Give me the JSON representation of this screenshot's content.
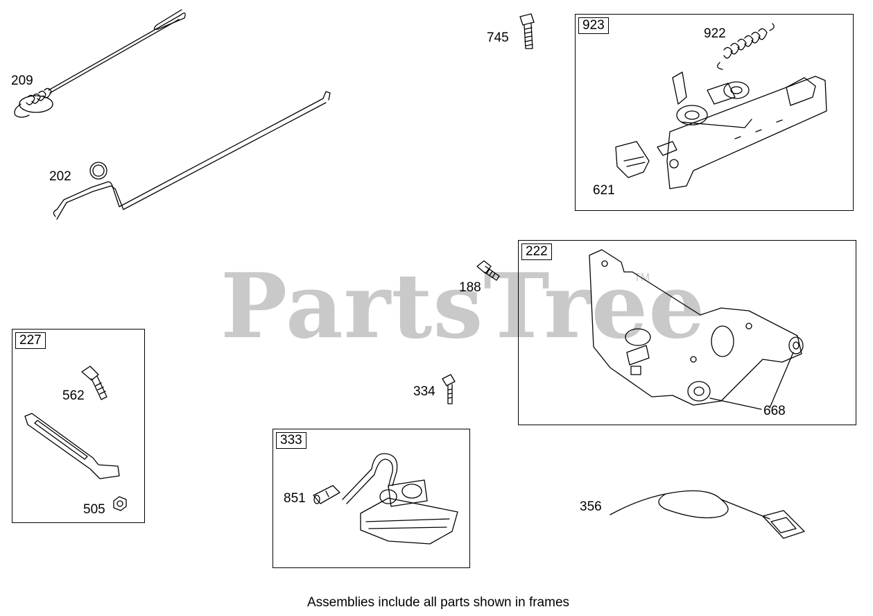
{
  "watermark": {
    "text": "PartsTree",
    "tm": "TM"
  },
  "caption": "Assemblies include all parts shown in frames",
  "frames": [
    {
      "id": "923"
    },
    {
      "id": "222"
    },
    {
      "id": "227"
    },
    {
      "id": "333"
    }
  ],
  "parts": [
    {
      "id": "209"
    },
    {
      "id": "202"
    },
    {
      "id": "745"
    },
    {
      "id": "922"
    },
    {
      "id": "621"
    },
    {
      "id": "188"
    },
    {
      "id": "668"
    },
    {
      "id": "562"
    },
    {
      "id": "505"
    },
    {
      "id": "334"
    },
    {
      "id": "851"
    },
    {
      "id": "356"
    }
  ]
}
